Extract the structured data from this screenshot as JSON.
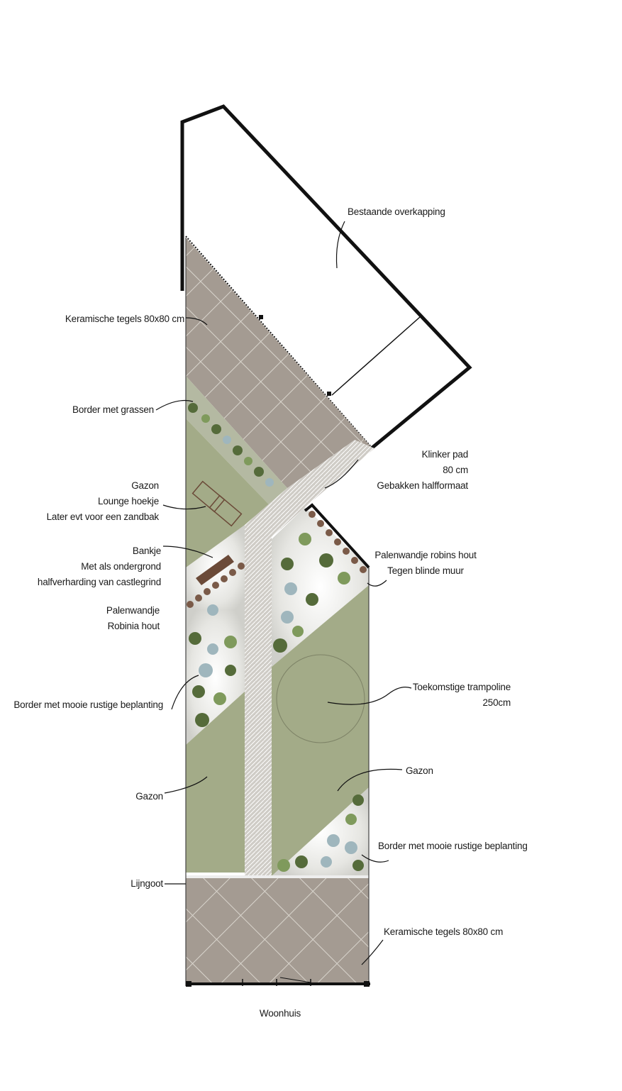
{
  "labels": {
    "bestaande_overkapping": "Bestaande overkapping",
    "keramische_tegels_top": "Keramische tegels 80x80 cm",
    "border_grassen": "Border met grassen",
    "klinker_pad": [
      "Klinker pad",
      "80 cm",
      "Gebakken halfformaat"
    ],
    "gazon_lounge": [
      "Gazon",
      "Lounge hoekje",
      "Later evt voor een zandbak"
    ],
    "palenwandje_robins": [
      "Palenwandje robins hout",
      "Tegen blinde muur"
    ],
    "bankje": [
      "Bankje",
      "Met als ondergrond",
      "halfverharding van castlegrind"
    ],
    "palenwandje_robinia": [
      "Palenwandje",
      "Robinia hout"
    ],
    "trampoline": [
      "Toekomstige trampoline",
      "250cm"
    ],
    "border_rustig_left": "Border met mooie rustige beplanting",
    "gazon_right": "Gazon",
    "gazon_left": "Gazon",
    "border_rustig_right": "Border met mooie rustige beplanting",
    "lijngoot": "Lijngoot",
    "keramische_tegels_bottom": "Keramische tegels 80x80 cm",
    "woonhuis": "Woonhuis"
  },
  "colors": {
    "lawn": "#a3ab88",
    "tile": "#a49b92",
    "tile_joint": "#d9d5cd",
    "path": "#cfccc6",
    "wall": "#111111",
    "plant_dark": "#556b3a",
    "plant_light": "#7f9a5c",
    "stone_blue": "#9fb6bd",
    "wood": "#7a5a48"
  }
}
